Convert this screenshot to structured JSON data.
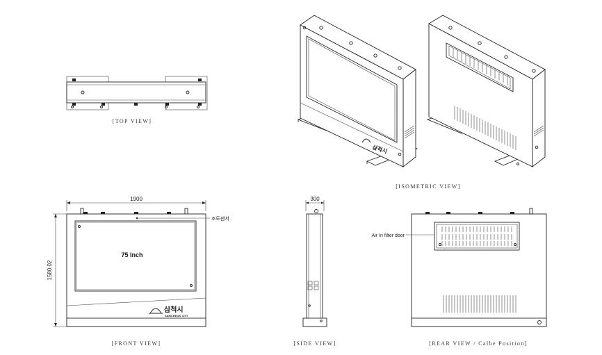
{
  "views": {
    "top": {
      "caption": "[TOP VIEW]"
    },
    "isometric": {
      "caption": "[ISOMETRIC VIEW]"
    },
    "front": {
      "caption": "[FRONT VIEW]",
      "width_dim": "1900",
      "height_dim": "1580.02",
      "screen_label": "75 Inch",
      "sensor_label": "조도센서",
      "logo_text": "삼척시",
      "logo_subtext": "SAMCHEOK CITY"
    },
    "side": {
      "caption": "[SIDE VIEW]",
      "depth_dim": "300"
    },
    "rear": {
      "caption": "[REAR VIEW / Calbe Position]",
      "filter_label": "Air In filter door"
    }
  }
}
